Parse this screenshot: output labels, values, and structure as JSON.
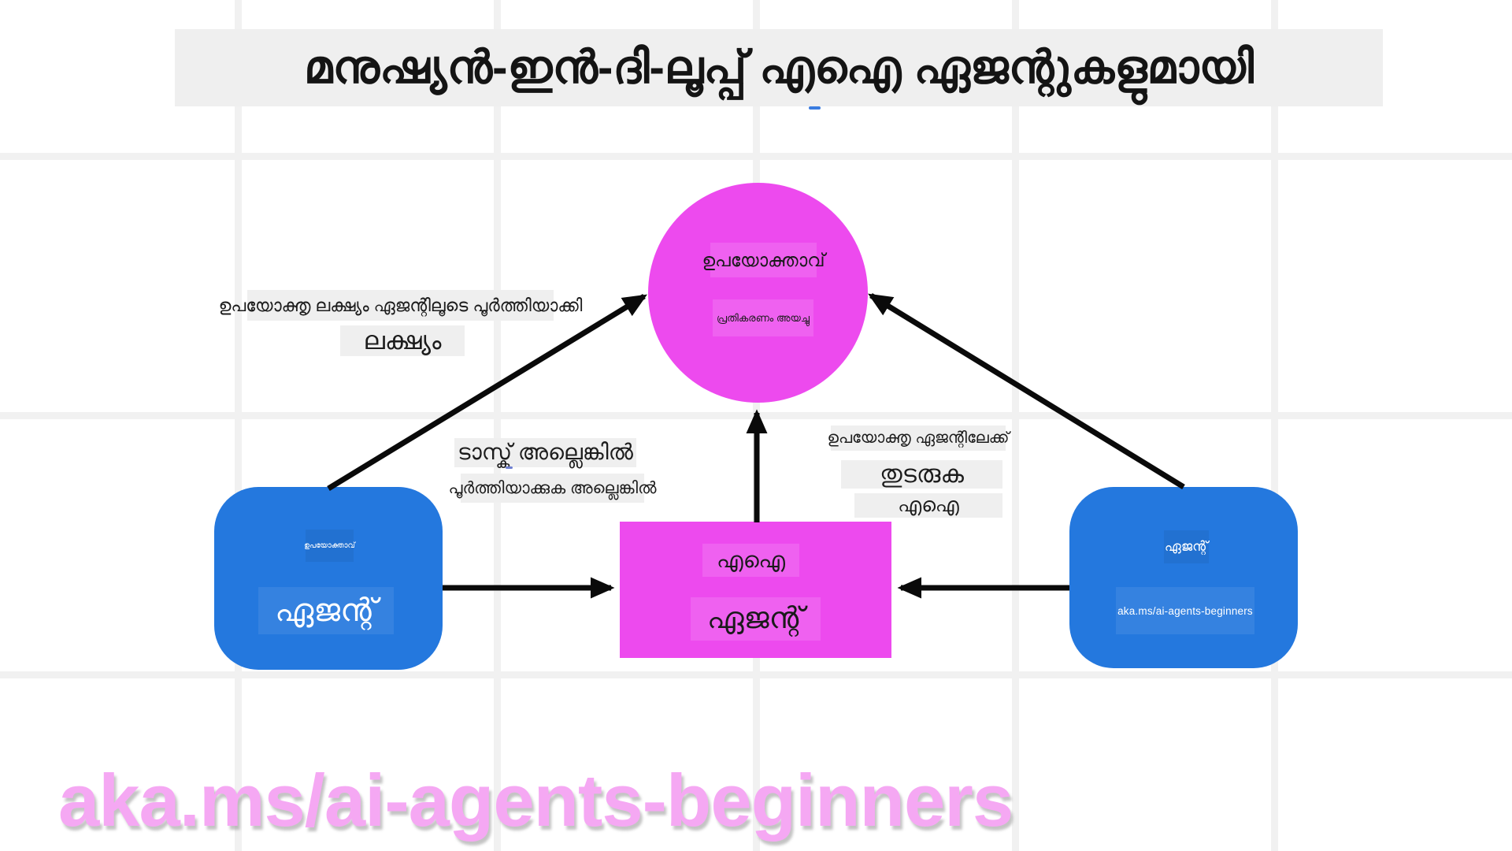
{
  "title": {
    "text": "മനുഷ്യൻ-ഇൻ-ദി-ലൂപ്പ് എഐ ഏജന്റുകളുമായി"
  },
  "colors": {
    "background": "#ffffff",
    "grid": "#f1f1f1",
    "label_bg": "#efefef",
    "magenta": "#ed4aee",
    "blue": "#2478de",
    "arrow": "#0a0a0a",
    "link_pink": "#f5a8f3",
    "accent_dash": "#3b7ce0",
    "small_dash": "#6e7fd1"
  },
  "nodes": {
    "user_circle": {
      "title": "ഉപയോക്താവ്",
      "subtitle": "പ്രതികരണം അയച്ചു"
    },
    "left_agent": {
      "small_label": "ഉപയോക്താവ്",
      "label": "ഏജന്റ്"
    },
    "ai_agent": {
      "small_label": "എഐ",
      "label": "ഏജന്റ്"
    },
    "right_agent": {
      "small_label": "ഏജന്റ്",
      "link": "aka.ms/ai-agents-beginners"
    }
  },
  "edge_labels": {
    "goal_line1": "ഉപയോക്തൃ ലക്ഷ്യം ഏജന്റിലൂടെ പൂർത്തിയാക്കി",
    "goal_line2": "ലക്ഷ്യം",
    "task_line1": "ടാസ്ക് അല്ലെങ്കിൽ",
    "task_line2": "പൂർത്തിയാക്കുക അല്ലെങ്കിൽ",
    "continue_line1": "ഉപയോക്തൃ ഏജന്റിലേക്ക്",
    "continue_line2": "തുടരുക",
    "continue_line3": "എഐ"
  },
  "footer": {
    "link": "aka.ms/ai-agents-beginners"
  }
}
